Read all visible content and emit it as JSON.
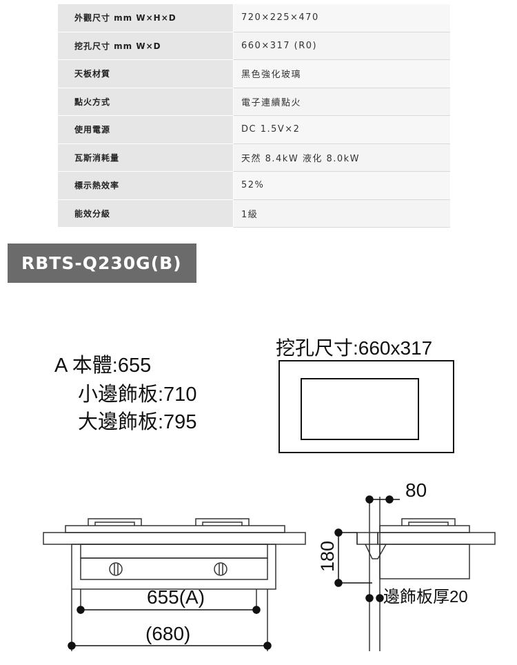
{
  "specs": [
    {
      "label": "外觀尺寸 mm W×H×D",
      "value": "720×225×470"
    },
    {
      "label": "挖孔尺寸 mm W×D",
      "value": "660×317 (R0)"
    },
    {
      "label": "天板材質",
      "value": "黑色強化玻璃"
    },
    {
      "label": "點火方式",
      "value": "電子連續點火"
    },
    {
      "label": "使用電源",
      "value": "DC 1.5V×2"
    },
    {
      "label": "瓦斯消耗量",
      "value": "天然 8.4kW 液化 8.0kW"
    },
    {
      "label": "標示熱效率",
      "value": "52%"
    },
    {
      "label": "能效分級",
      "value": "1級"
    }
  ],
  "model": "RBTS-Q230G(B)",
  "drawing": {
    "cutout_label": "挖孔尺寸:660x317",
    "dim_a_line1": "A 本體:655",
    "dim_a_line2": "小邊飾板:710",
    "dim_a_line3": "大邊飾板:795",
    "width_inner": "655(A)",
    "width_outer": "(680)",
    "side_top": "80",
    "side_height": "180",
    "trim_thickness": "邊飾板厚20"
  }
}
